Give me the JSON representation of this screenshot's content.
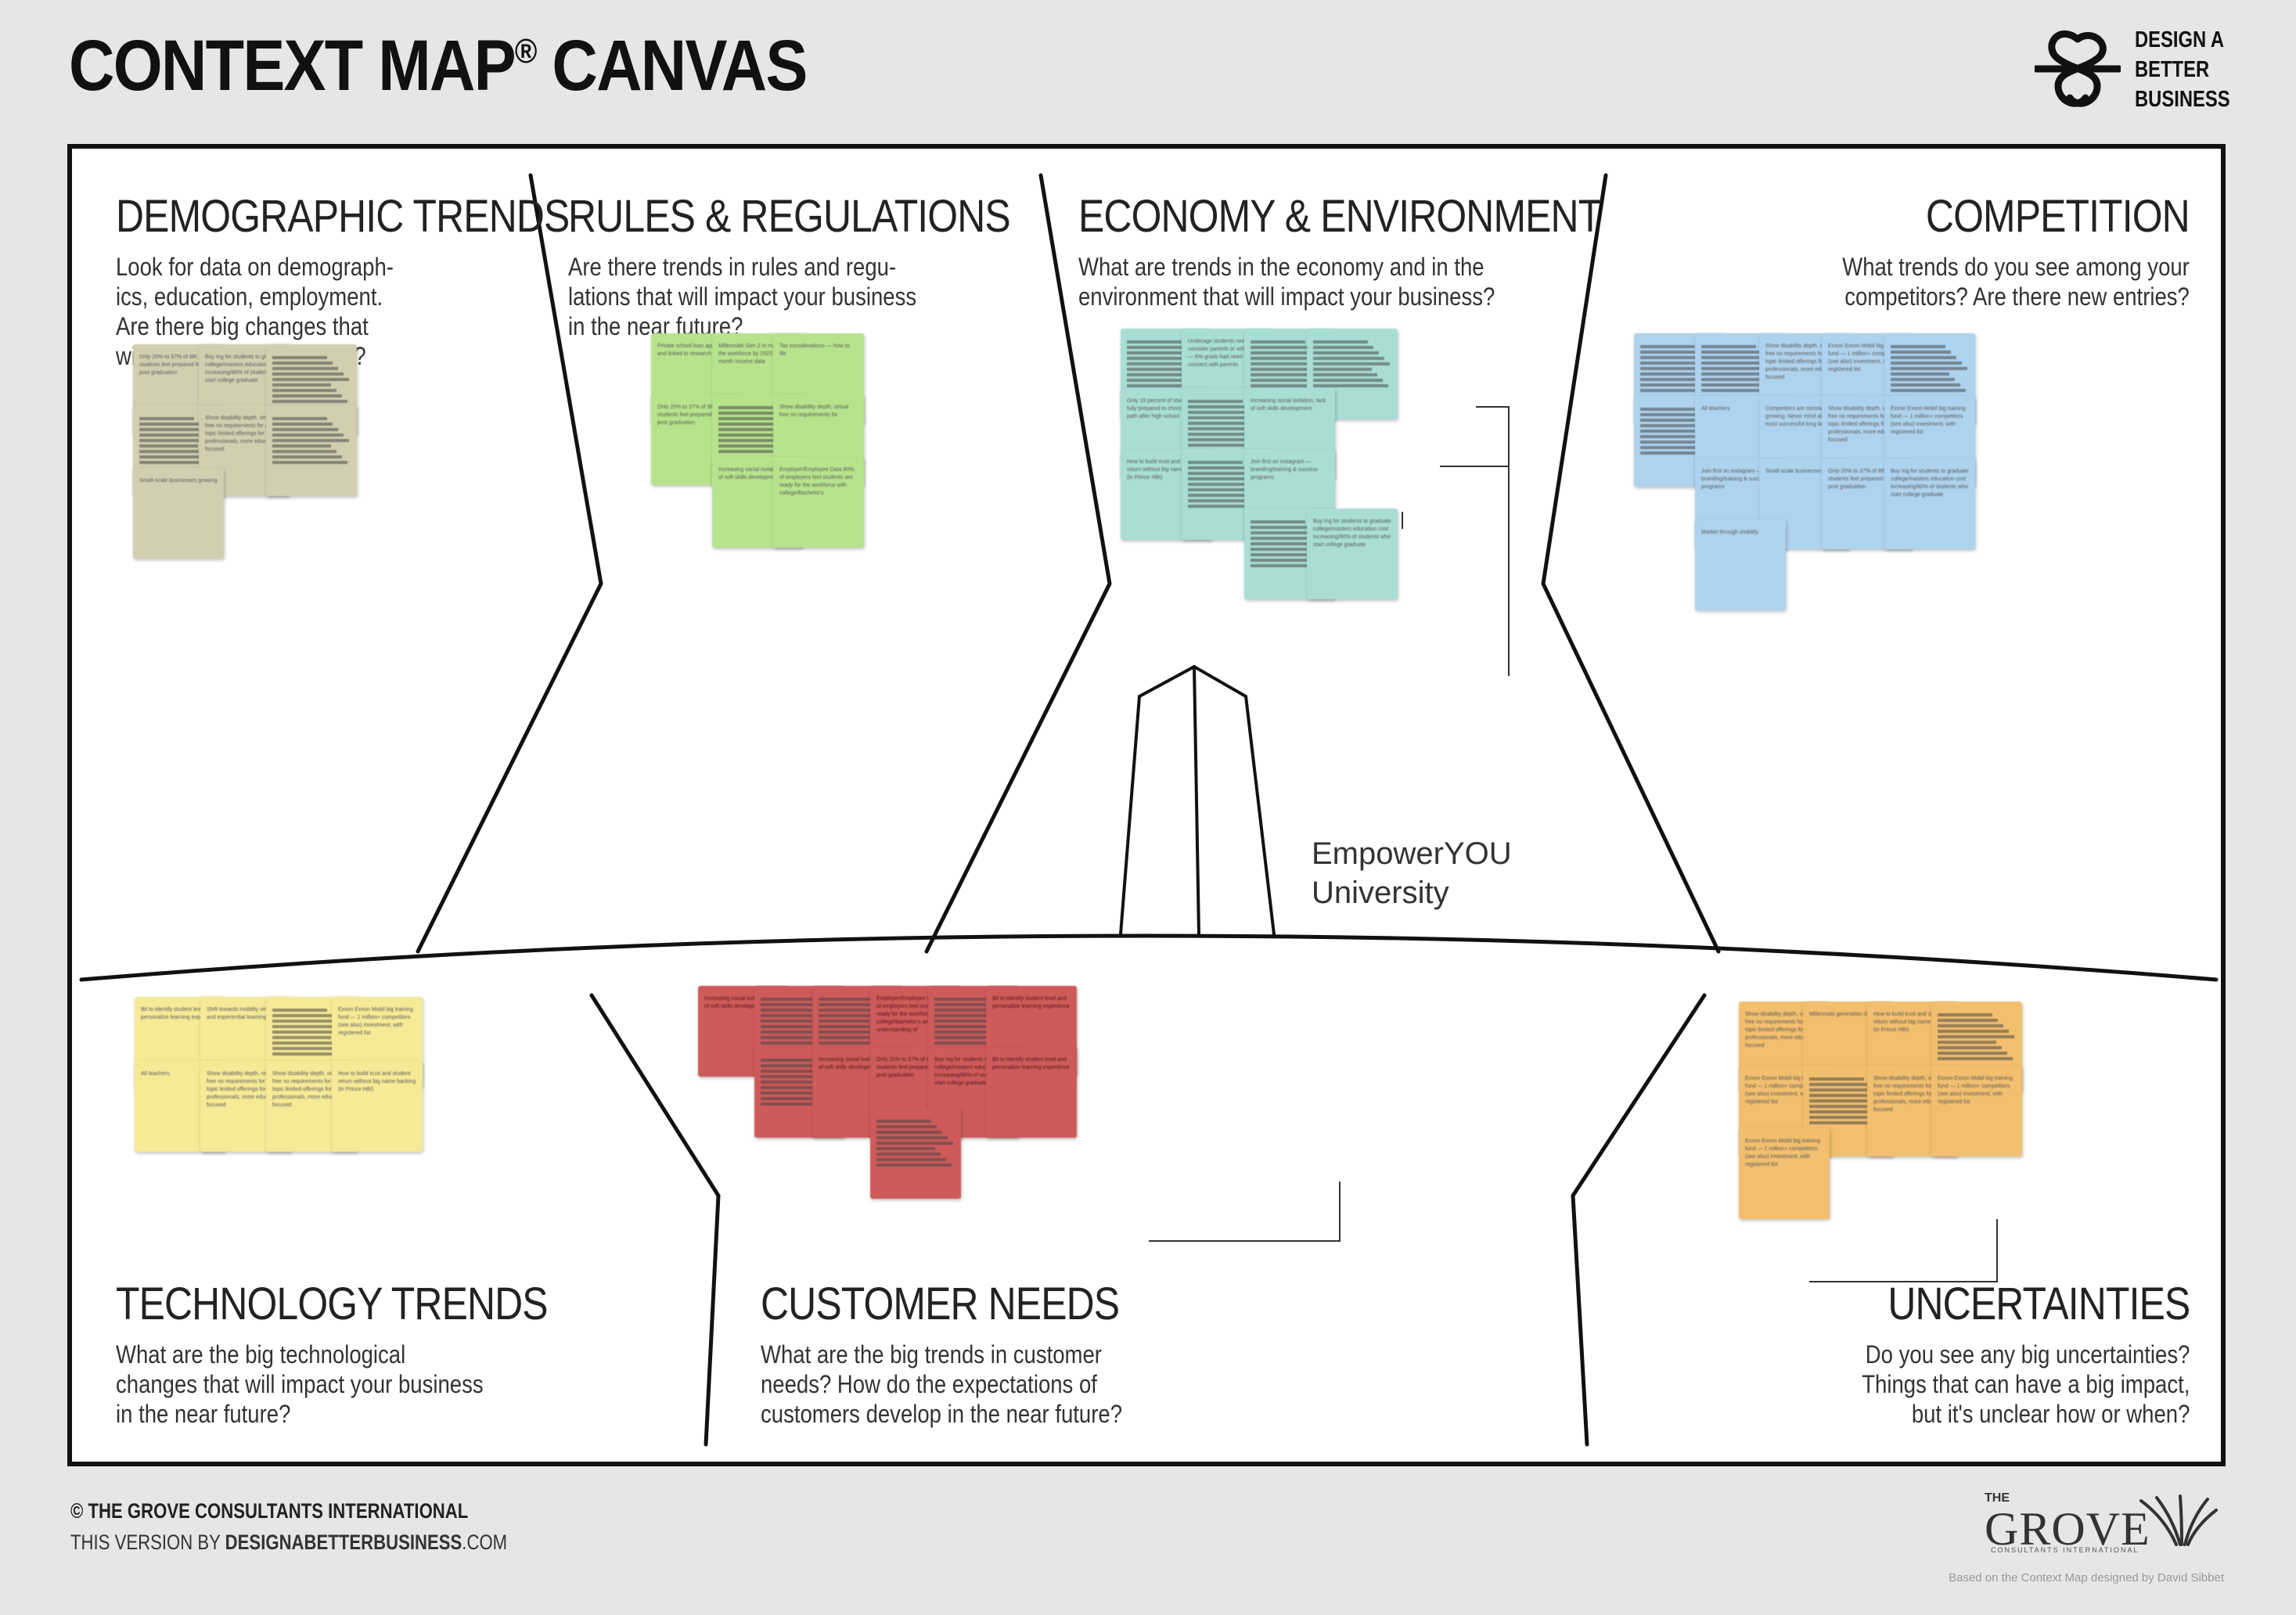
{
  "header": {
    "title": "CONTEXT MAP",
    "title_mark": "®",
    "title_suffix": "CANVAS",
    "brand": "DESIGN A\nBETTER\nBUSINESS"
  },
  "sections": {
    "demographic": {
      "title": "DEMOGRAPHIC TRENDS",
      "text": "Look for data on demograph-\nics, education, employment.\nAre there big changes that\nwill impact your business?"
    },
    "rules": {
      "title": "RULES & REGULATIONS",
      "text": "Are there trends in rules and regu-\nlations that will impact your business\nin the near future?"
    },
    "economy": {
      "title": "ECONOMY & ENVIRONMENT",
      "text": "What are trends in the economy and in the\nenvironment that will impact your business?"
    },
    "competition": {
      "title": "COMPETITION",
      "text": "What trends do you see among your\ncompetitors? Are there new entries?"
    },
    "technology": {
      "title": "TECHNOLOGY TRENDS",
      "text": "What are the big technological\nchanges that will impact your business\nin the near future?"
    },
    "customer": {
      "title": "CUSTOMER NEEDS",
      "text": "What are the big trends in customer\nneeds? How do the expectations of\ncustomers develop in the near future?"
    },
    "uncertainties": {
      "title": "UNCERTAINTIES",
      "text": "Do you see any big uncertainties?\nThings that can have a big impact,\nbut it's unclear how or when?"
    }
  },
  "center_label": "EmpowerYOU\nUniversity",
  "footer": {
    "copyright": "© THE GROVE CONSULTANTS INTERNATIONAL",
    "version_prefix": "THIS VERSION BY ",
    "version_site": "DESIGNABETTERBUSINESS",
    "version_suffix": ".COM",
    "grove_small": "THE",
    "grove_name": "GROVE",
    "grove_sub": "CONSULTANTS INTERNATIONAL",
    "credit": "Based on the Context Map designed by David Sibbet"
  },
  "colors": {
    "demographic": "#d2cfb0",
    "rules": "#b8e38d",
    "economy": "#a9ded6",
    "competition": "#aed3ef",
    "technology": "#f6ea96",
    "customer": "#cf5a5a",
    "uncertainties": "#f1bf6e"
  },
  "sticky_notes": {
    "demographic": [
      {
        "text": "Only 20% to 37% of 8th students feel prepared for life post graduation"
      },
      {
        "text": "Buy Ing for students to graduate college/masters education cost increasing/80% of students who start college graduate"
      },
      {
        "text": ""
      },
      {
        "text": ""
      },
      {
        "text": "Show disability depth, virtual free no requirements for any topic limited offerings for professionals, more education focused"
      },
      {
        "text": ""
      },
      {
        "text": "Small-scale businesses growing"
      }
    ],
    "rules": [
      {
        "text": "Private school loan application and linked to research team"
      },
      {
        "text": "Millennials Gen Z in majority of the workforce by 2025 — 10 month income data"
      },
      {
        "text": "Tax considerations — how to file"
      },
      {
        "text": "Only 20% to 37% of 8th students feel prepared for life post graduation"
      },
      {
        "text": ""
      },
      {
        "text": "Show disability depth, virtual free no requirements for"
      },
      {
        "text": "Increasing social isolation, lack of soft skills development"
      },
      {
        "text": "Employer/Employee Data 80% of employers feel students are ready for the workforce with college/Bachelor's"
      }
    ],
    "economy": [
      {
        "text": ""
      },
      {
        "text": "Underage students need to consider parents or with friends — 6% grads had need to connect with parents"
      },
      {
        "text": ""
      },
      {
        "text": ""
      },
      {
        "text": "Only 19 percent of students feel fully prepared to choose their path after high school"
      },
      {
        "text": ""
      },
      {
        "text": "Increasing social isolation, lack of soft skills development"
      },
      {
        "text": "How to build trust and student return without big name backing (in Prince HBI)"
      },
      {
        "text": ""
      },
      {
        "text": "Join first on instagram — branding/training & success programs"
      },
      {
        "text": ""
      },
      {
        "text": "Buy Ing for students to graduate college/masters education cost increasing/80% of students who start college graduate"
      }
    ],
    "competition": [
      {
        "text": ""
      },
      {
        "text": ""
      },
      {
        "text": "Show disability depth, virtual free no requirements for any topic limited offerings for professionals, more education focused"
      },
      {
        "text": "Exxon Exxon Mobil big training fund — 1 million+ competitors (see also) investment, with registered list"
      },
      {
        "text": ""
      },
      {
        "text": ""
      },
      {
        "text": "All teachers"
      },
      {
        "text": "Competitors are constantly growing. Never mind about the most successful long lasting"
      },
      {
        "text": "Show disability depth, virtual free no requirements for any topic limited offerings for professionals, more education focused"
      },
      {
        "text": "Exxon Exxon Mobil big training fund — 1 million+ competitors (see also) investment, with registered list"
      },
      {
        "text": "Join first on instagram — branding/training & success programs"
      },
      {
        "text": "Small-scale businesses growing"
      },
      {
        "text": "Only 20% to 37% of 8th students feel prepared for life post graduation"
      },
      {
        "text": "Buy Ing for students to graduate college/masters education cost increasing/80% of students who start college graduate"
      },
      {
        "text": "Market through visibility"
      }
    ],
    "technology": [
      {
        "text": "Bit to identify student level and personalize learning experience"
      },
      {
        "text": "Shift towards mobility virtual and experiential learning"
      },
      {
        "text": ""
      },
      {
        "text": "Exxon Exxon Mobil big training fund — 1 million+ competitors (see also) investment, with registered list"
      },
      {
        "text": "All teachers"
      },
      {
        "text": "Show disability depth, virtual free no requirements for any topic limited offerings for professionals, more education focused"
      },
      {
        "text": "Show disability depth, virtual free no requirements for any topic limited offerings for professionals, more education focused"
      },
      {
        "text": "How to build trust and student return without big name backing (in Prince HBI)"
      }
    ],
    "customer": [
      {
        "text": "Increasing social isolation, lack of soft skills development"
      },
      {
        "text": ""
      },
      {
        "text": ""
      },
      {
        "text": "Employer/Employee Data 80% of employers feel students are ready for the workforce with college/Bachelor's and understanding of"
      },
      {
        "text": ""
      },
      {
        "text": "Bit to identify student level and personalize learning experience"
      },
      {
        "text": ""
      },
      {
        "text": "Increasing social isolation, lack of soft skills development"
      },
      {
        "text": "Only 20% to 37% of 8th students feel prepared for life post graduation"
      },
      {
        "text": "Buy Ing for students to graduate college/masters education cost increasing/80% of students who start college graduate"
      },
      {
        "text": "Bit to identify student level and personalize learning experience"
      },
      {
        "text": ""
      }
    ],
    "uncertainties": [
      {
        "text": "Show disability depth, virtual free no requirements for any topic limited offerings for professionals, more education focused"
      },
      {
        "text": "Millennials generation demands"
      },
      {
        "text": "How to build trust and student return without big name backing (in Prince HBI)"
      },
      {
        "text": ""
      },
      {
        "text": "Exxon Exxon Mobil big training fund — 1 million+ competitors (see also) investment, with registered list"
      },
      {
        "text": ""
      },
      {
        "text": "Show disability depth, virtual free no requirements for any topic limited offerings for professionals, more education focused"
      },
      {
        "text": "Exxon Exxon Mobil big training fund — 1 million+ competitors (see also) investment, with registered list"
      },
      {
        "text": "Exxon Exxon Mobil big training fund — 1 million+ competitors (see also) investment, with registered list"
      }
    ]
  }
}
